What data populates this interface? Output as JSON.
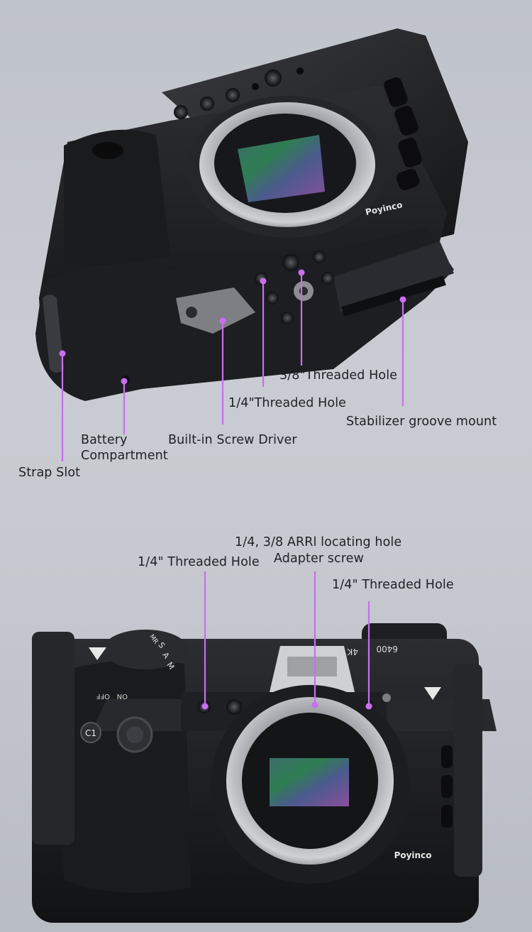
{
  "brand": "Poyinco",
  "model_badges": [
    "4K",
    "6400"
  ],
  "dial_marks": [
    "A",
    "S",
    "M",
    "MR"
  ],
  "switch_labels": [
    "ON",
    "OFF"
  ],
  "button_label": "C1",
  "accent_color": "#c96ef0",
  "top_image": {
    "callouts": {
      "threaded_38": "3/8\"Threaded Hole",
      "threaded_14": "1/4\"Threaded Hole",
      "stabilizer": "Stabilizer groove mount",
      "battery_line1": "Battery",
      "battery_line2": "Compartment",
      "screwdriver": "Built-in Screw Driver",
      "strap": "Strap Slot"
    }
  },
  "bottom_image": {
    "callouts": {
      "left_hole": "1/4\" Threaded Hole",
      "arri_line1": "1/4, 3/8 ARRl locating hole",
      "arri_line2": "Adapter screw",
      "right_hole": "1/4\" Threaded Hole"
    }
  }
}
